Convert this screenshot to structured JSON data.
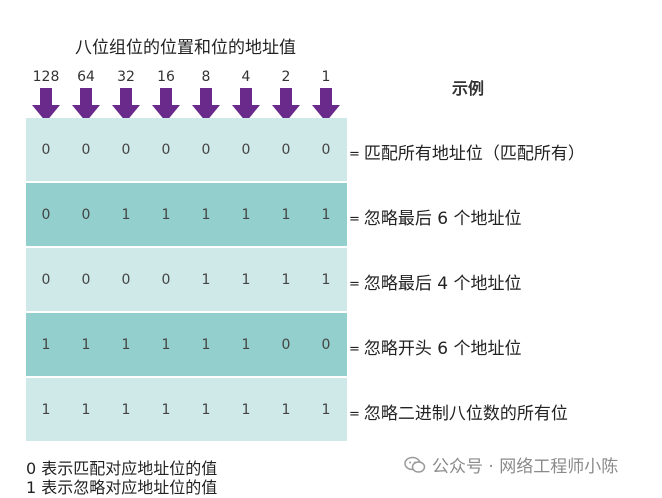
{
  "title": "八位组位的位置和位的地址值",
  "bit_values": [
    "128",
    "64",
    "32",
    "16",
    "8",
    "4",
    "2",
    "1"
  ],
  "example_title": "示例",
  "rows": [
    {
      "bits": [
        "0",
        "0",
        "0",
        "0",
        "0",
        "0",
        "0",
        "0"
      ],
      "desc": "匹配所有地址位（匹配所有）"
    },
    {
      "bits": [
        "0",
        "0",
        "1",
        "1",
        "1",
        "1",
        "1",
        "1"
      ],
      "desc": "忽略最后 6 个地址位"
    },
    {
      "bits": [
        "0",
        "0",
        "0",
        "0",
        "1",
        "1",
        "1",
        "1"
      ],
      "desc": "忽略最后 4 个地址位"
    },
    {
      "bits": [
        "1",
        "1",
        "1",
        "1",
        "1",
        "1",
        "0",
        "0"
      ],
      "desc": "忽略开头 6 个地址位"
    },
    {
      "bits": [
        "1",
        "1",
        "1",
        "1",
        "1",
        "1",
        "1",
        "1"
      ],
      "desc": "忽略二进制八位数的所有位"
    }
  ],
  "equals": "=",
  "legend": {
    "zero": "0 表示匹配对应地址位的值",
    "one": "1 表示忽略对应地址位的值"
  },
  "watermark": "公众号 · 网络工程师小陈",
  "colors": {
    "arrow": "#6a2a8c",
    "row_light": "#cfe8e8",
    "row_dark": "#93cfcc"
  }
}
